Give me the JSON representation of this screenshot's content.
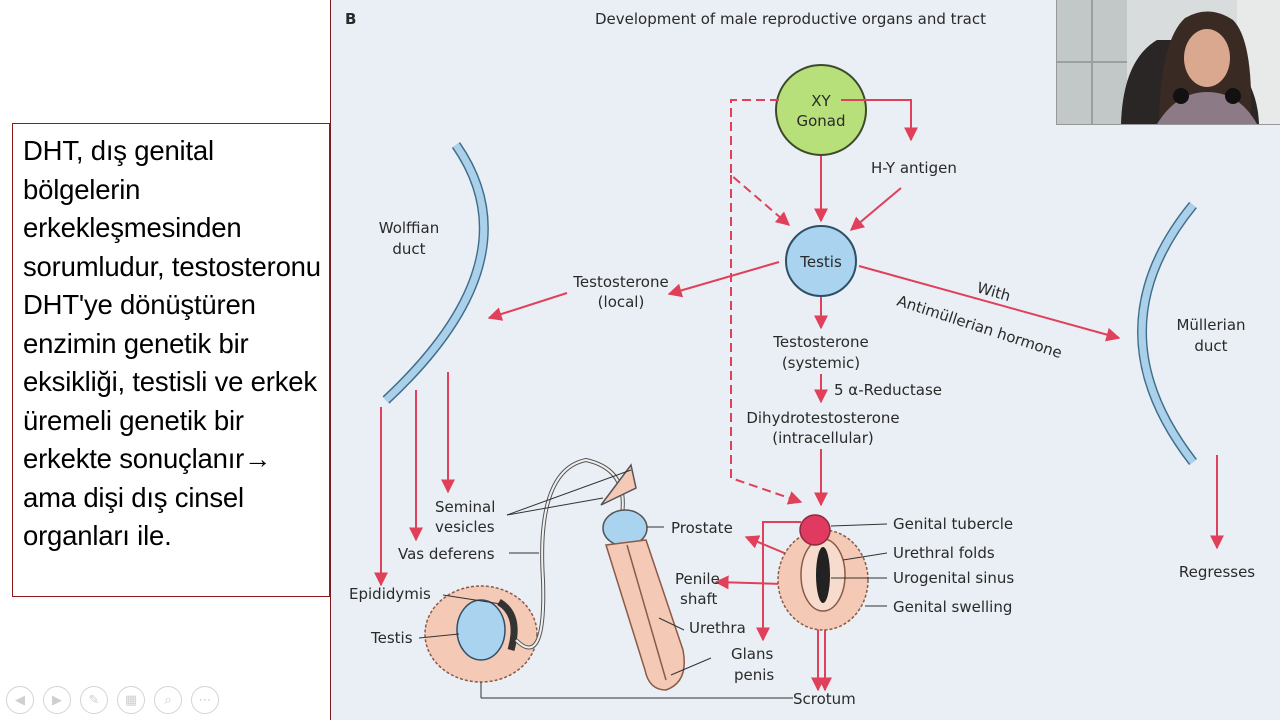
{
  "slide": {
    "body_text": "DHT, dış genital bölgelerin erkekleşmesinden sorumludur, testosteronu DHT'ye dönüştüren enzimin genetik bir eksikliği, testisli ve erkek üremeli genetik bir erkekte sonuçlanır→ ama dişi dış cinsel organları ile."
  },
  "figure": {
    "panel_letter": "B",
    "title": "Development of male reproductive organs and tract",
    "labels": {
      "xy": "XY",
      "gonad": "Gonad",
      "hy_antigen": "H-Y antigen",
      "testis_center": "Testis",
      "testosterone_local_1": "Testosterone",
      "testosterone_local_2": "(local)",
      "testosterone_systemic_1": "Testosterone",
      "testosterone_systemic_2": "(systemic)",
      "reductase": "5 α-Reductase",
      "dht_1": "Dihydrotestosterone",
      "dht_2": "(intracellular)",
      "with": "With",
      "amh": "Antimüllerian hormone",
      "wolffian_1": "Wolffian",
      "wolffian_2": "duct",
      "mullerian_1": "Müllerian",
      "mullerian_2": "duct",
      "regresses": "Regresses",
      "seminal_1": "Seminal",
      "seminal_2": "vesicles",
      "vas_deferens": "Vas deferens",
      "epididymis": "Epididymis",
      "testis_bottom": "Testis",
      "prostate": "Prostate",
      "penile_1": "Penile",
      "penile_2": "shaft",
      "urethra": "Urethra",
      "glans_1": "Glans",
      "glans_2": "penis",
      "scrotum": "Scrotum",
      "genital_tubercle": "Genital tubercle",
      "urethral_folds": "Urethral folds",
      "urogenital_sinus": "Urogenital sinus",
      "genital_swelling": "Genital swelling"
    }
  },
  "toolbar": {
    "buttons": [
      {
        "icon": "previous-icon",
        "glyph": "◀"
      },
      {
        "icon": "next-icon",
        "glyph": "▶"
      },
      {
        "icon": "pen-icon",
        "glyph": "✎"
      },
      {
        "icon": "slides-icon",
        "glyph": "▦"
      },
      {
        "icon": "zoom-icon",
        "glyph": "⌕"
      },
      {
        "icon": "more-icon",
        "glyph": "⋯"
      }
    ]
  },
  "colors": {
    "arrow": "#e0405a",
    "duct": "#aad0ea",
    "gonad": "#b7e07a",
    "testis": "#a9d3ee",
    "tissue": "#f4c9b5",
    "tubercle": "#e03a60",
    "figure_bg": "#e9eff4"
  }
}
